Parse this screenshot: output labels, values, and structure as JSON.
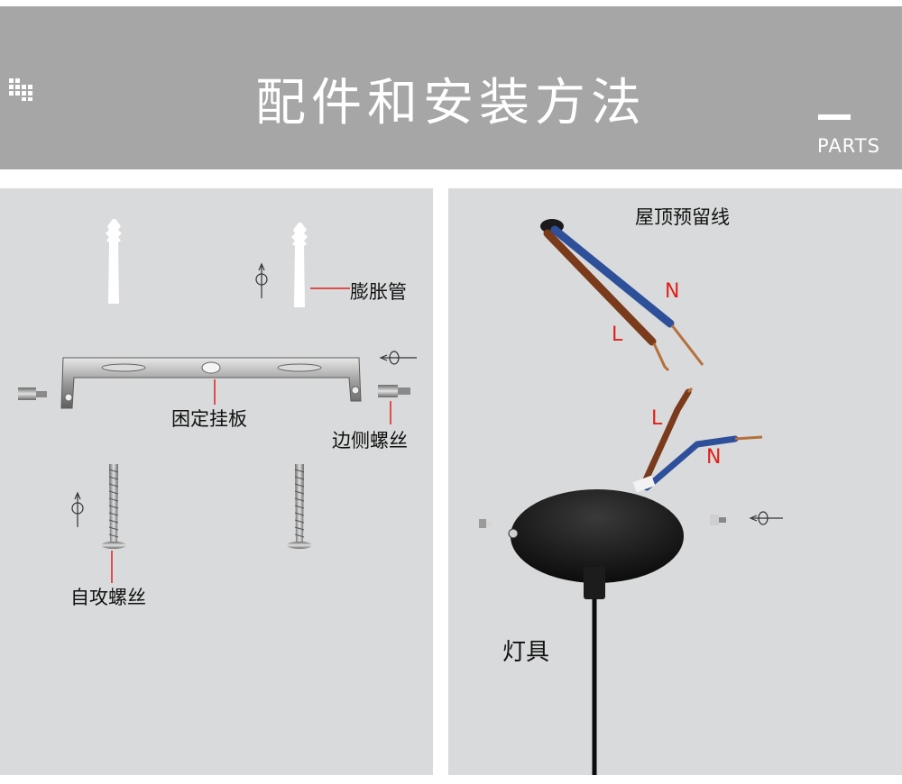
{
  "header": {
    "title": "配件和安装方法",
    "parts_label": "PARTS",
    "background_color": "#a6a6a6"
  },
  "left_panel": {
    "labels": {
      "anchor": "膨胀管",
      "bracket": "困定挂板",
      "side_screw": "边侧螺丝",
      "tapping_screw": "自攻螺丝"
    }
  },
  "right_panel": {
    "labels": {
      "ceiling_wire": "屋顶预留线",
      "lamp": "灯具",
      "top_n": "N",
      "top_l": "L",
      "bottom_l": "L",
      "bottom_n": "N"
    },
    "colors": {
      "wire_label": "#e0211b",
      "neutral_wire": "#2e4f9a",
      "live_wire": "#7a3a1c"
    }
  },
  "icons": [
    "grid-icon",
    "rotate-arrow-icon"
  ]
}
